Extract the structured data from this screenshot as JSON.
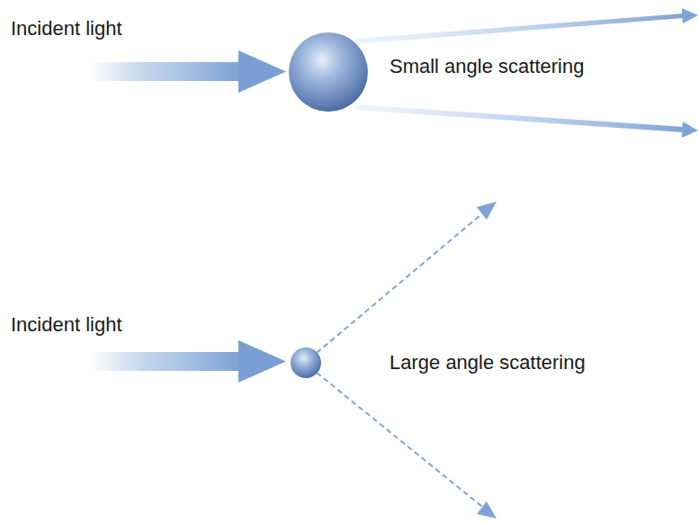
{
  "diagram": {
    "labels": [
      "Incident light",
      "Small angle scattering",
      "Incident light",
      "Large angle scattering"
    ]
  }
}
